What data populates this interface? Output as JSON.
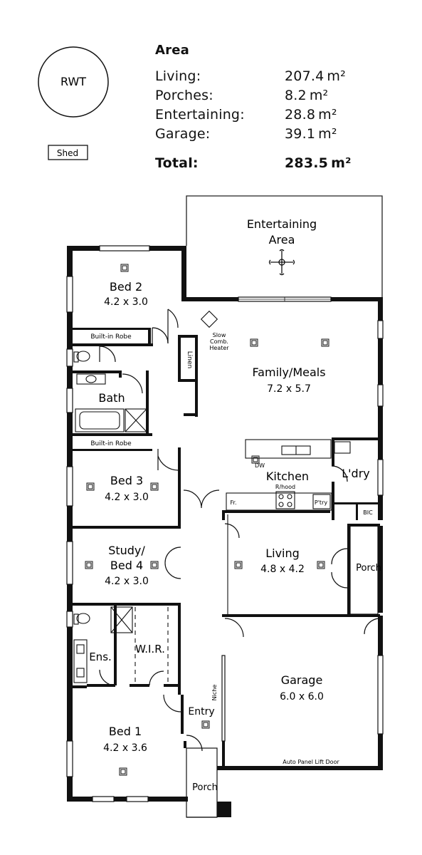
{
  "area_table": {
    "title": "Area",
    "rows": [
      {
        "label": "Living:",
        "value": "207.4",
        "unit": "m²"
      },
      {
        "label": "Porches:",
        "value": "8.2",
        "unit": "m²"
      },
      {
        "label": "Entertaining:",
        "value": "28.8",
        "unit": "m²"
      },
      {
        "label": "Garage:",
        "value": "39.1",
        "unit": "m²"
      }
    ],
    "total": {
      "label": "Total:",
      "value": "283.5",
      "unit": "m²"
    }
  },
  "site": {
    "rwt": "RWT",
    "shed": "Shed"
  },
  "rooms": {
    "entertaining": {
      "name1": "Entertaining",
      "name2": "Area"
    },
    "bed2": {
      "name": "Bed 2",
      "dim": "4.2 x 3.0"
    },
    "robe_top": "Built-in Robe",
    "robe_mid": "Built-in Robe",
    "bath": "Bath",
    "linen": "Linen",
    "heater": [
      "Slow",
      "Comb.",
      "Heater"
    ],
    "family": {
      "name": "Family/Meals",
      "dim": "7.2 x 5.7"
    },
    "kitchen": {
      "name": "Kitchen",
      "dw": "DW",
      "rhood": "R/hood",
      "fr": "Fr.",
      "ptry": "P'try"
    },
    "laundry": {
      "name": "L'dry",
      "bic": "BIC"
    },
    "bed3": {
      "name": "Bed 3",
      "dim": "4.2 x 3.0"
    },
    "study": {
      "name1": "Study/",
      "name2": "Bed 4",
      "dim": "4.2 x 3.0"
    },
    "living": {
      "name": "Living",
      "dim": "4.8 x 4.2"
    },
    "porch_side": "Porch",
    "ens": "Ens.",
    "wir": "W.I.R.",
    "garage": {
      "name": "Garage",
      "dim": "6.0 x 6.0",
      "door": "Auto Panel Lift Door"
    },
    "niche": "Niche",
    "entry": "Entry",
    "bed1": {
      "name": "Bed 1",
      "dim": "4.2 x 3.6"
    },
    "porch_front": "Porch"
  }
}
